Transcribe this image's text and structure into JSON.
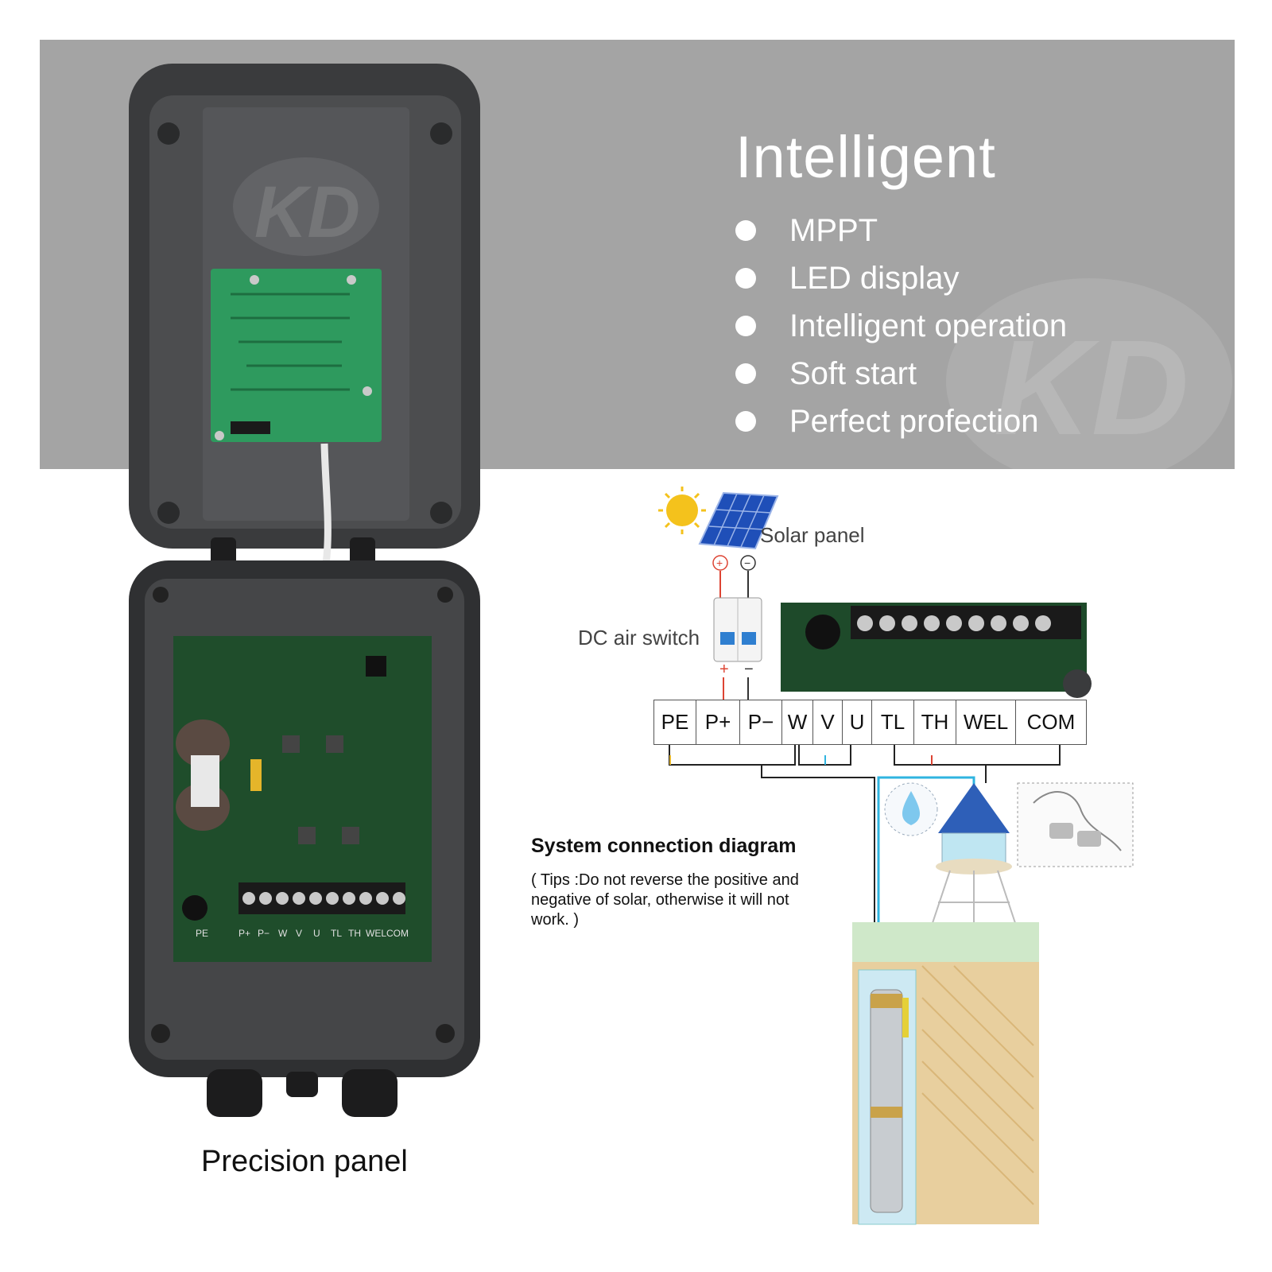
{
  "banner": {
    "headline": "Intelligent",
    "features": [
      "MPPT",
      "LED display",
      "Intelligent operation",
      "Soft start",
      "Perfect profection"
    ],
    "watermark_logo": "KD"
  },
  "device": {
    "caption": "Precision panel",
    "lid_logo": "KD",
    "terminal_labels": [
      "PE",
      "P+",
      "P−",
      "W",
      "V",
      "U",
      "TL",
      "TH",
      "WEL",
      "COM"
    ]
  },
  "diagram": {
    "solar_panel_label": "Solar panel",
    "dc_switch_label": "DC air switch",
    "positive_symbol": "+",
    "negative_symbol": "−",
    "terminals": [
      "PE",
      "P+",
      "P−",
      "W",
      "V",
      "U",
      "TL",
      "TH",
      "WEL",
      "COM"
    ],
    "title": "System connection diagram",
    "tip": "( Tips :Do not reverse the positive and negative of solar, otherwise it will not work. )"
  },
  "colors": {
    "banner": "#a4a4a4",
    "enclosure": "#3a3b3d",
    "pcb": "#1f4d2b",
    "pcb_light": "#2e9a5e",
    "soil": "#e8cf9e",
    "grass": "#cfe8c9",
    "water_line": "#2fb4e0"
  }
}
